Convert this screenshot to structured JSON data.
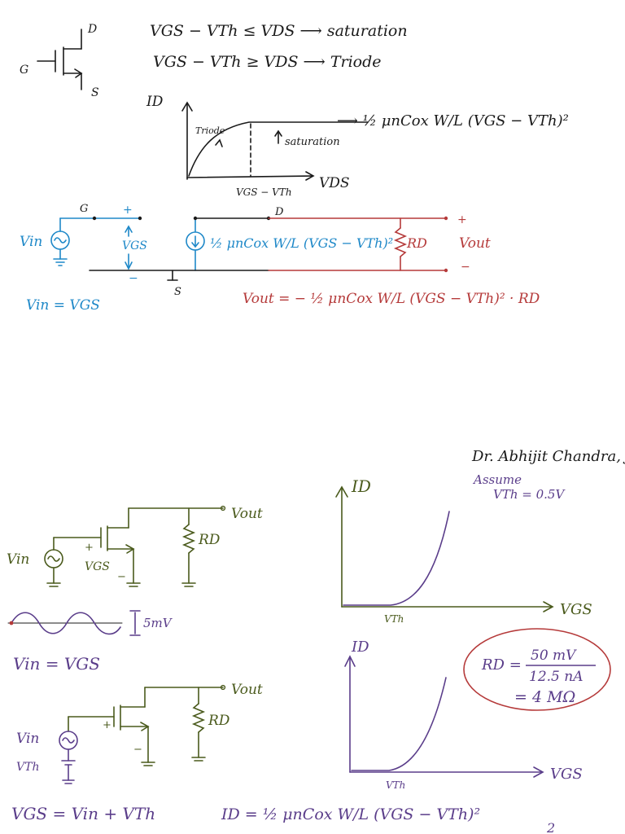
{
  "colors": {
    "ink_black": "#1a1a1a",
    "ink_blue": "#1e88c8",
    "ink_red": "#b53a3a",
    "ink_green": "#4a5a1c",
    "ink_purple": "#5a3d8a"
  },
  "author": "Dr. Abhijit Chandra, JU",
  "page_number": "2",
  "section1": {
    "terminal_d": "D",
    "terminal_g": "G",
    "terminal_s": "S",
    "cond_saturation": "VGS − VTh ≤ VDS ⟶ saturation",
    "cond_triode": "VGS − VTh ≥ VDS ⟶ Triode",
    "graph": {
      "y_label": "ID",
      "x_label": "VDS",
      "triode_label": "Triode",
      "saturation_label": "saturation",
      "knee_label": "VGS − VTh",
      "sat_formula": "⟶ ½ μnCox W/L (VGS − VTh)²"
    },
    "circuit": {
      "g_label": "G",
      "d_label": "D",
      "s_label": "S",
      "vin_label": "Vin",
      "vgs_label": "VGS",
      "plus": "+",
      "minus": "−",
      "source_formula": "½ μnCox W/L (VGS − VTh)²",
      "rd_label": "RD",
      "vout_label": "Vout",
      "vin_eq": "Vin = VGS",
      "vout_eq": "Vout = − ½ μnCox W/L (VGS − VTh)² · RD"
    }
  },
  "section2": {
    "circuit1": {
      "vout_label": "Vout",
      "rd_label": "RD",
      "vin_label": "Vin",
      "vgs_label": "VGS",
      "plus": "+",
      "minus": "−"
    },
    "sine_label": "5mV",
    "vin_eq": "Vin = VGS",
    "graph1": {
      "y_label": "ID",
      "x_label": "VGS",
      "vth_label": "VTh",
      "assume_label": "Assume",
      "assume_value": "VTh = 0.5V"
    },
    "graph2": {
      "y_label": "ID",
      "x_label": "VGS",
      "vth_label": "VTh"
    },
    "rd_calc": {
      "rd": "RD =",
      "numerator": "50 mV",
      "denominator": "12.5 nA",
      "result": "= 4 MΩ"
    },
    "circuit2": {
      "vout_label": "Vout",
      "rd_label": "RD",
      "vin_label": "Vin",
      "vth_label": "VTh",
      "plus": "+",
      "minus": "−"
    },
    "vgs_eq": "VGS = Vin + VTh",
    "id_eq": "ID = ½ μnCox W/L (VGS − VTh)²"
  }
}
